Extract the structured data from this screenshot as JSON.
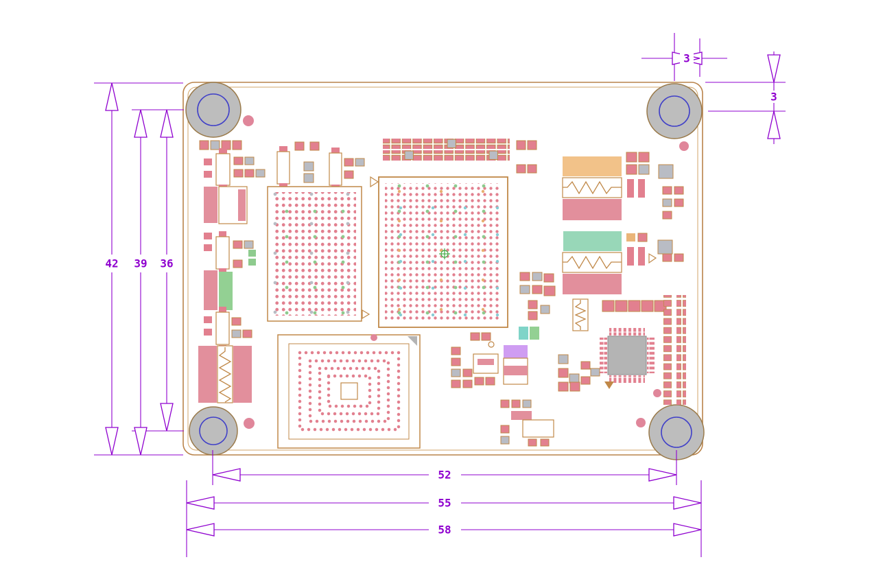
{
  "drawing": {
    "kind": "pcb-assembly-dimension-drawing",
    "dimensions": {
      "vertical": [
        {
          "name": "board-height",
          "value": "42"
        },
        {
          "name": "hole-center-to-board-bottom",
          "value": "39"
        },
        {
          "name": "hole-center-to-hole-center-vertical",
          "value": "36"
        }
      ],
      "horizontal": [
        {
          "name": "hole-center-to-hole-center-horizontal",
          "value": "52"
        },
        {
          "name": "inner-width",
          "value": "55"
        },
        {
          "name": "board-width",
          "value": "58"
        }
      ],
      "offset_top": {
        "name": "hole-to-edge-offset-top",
        "value": "3"
      },
      "offset_right": {
        "name": "hole-to-edge-offset-right",
        "value": "3"
      }
    },
    "colors": {
      "dimension_line": "#8f00cf",
      "board_outline": "#b9834a",
      "silkscreen": "#c08848",
      "component_pink": "#e28f9c",
      "pad_pink": "#e2808f",
      "pad_gray": "#b9bcc4",
      "hole_pad_gray": "#bdbdbd",
      "drill_blue": "#4040c8",
      "block_orange": "#f2c289",
      "block_mint": "#98d7b8",
      "block_purple": "#cf9df2",
      "block_teal": "#7fd4c8",
      "accent_green": "#8ecb8e",
      "crosshair_green": "#44aa44"
    }
  }
}
